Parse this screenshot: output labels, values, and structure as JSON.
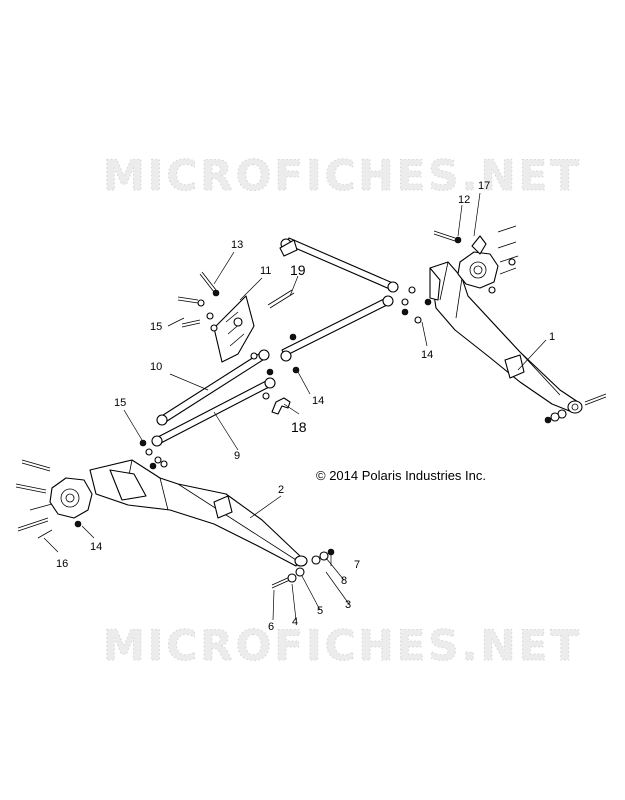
{
  "watermark": {
    "top": "MICROFICHES.NET",
    "bottom": "MICROFICHES.NET"
  },
  "copyright": "© 2014 Polaris Industries Inc.",
  "callouts": {
    "c1": "1",
    "c2": "2",
    "c3": "3",
    "c4": "4",
    "c5": "5",
    "c6": "6",
    "c7": "7",
    "c8": "8",
    "c9": "9",
    "c10": "10",
    "c11": "11",
    "c12": "12",
    "c13": "13",
    "c14a": "14",
    "c14b": "14",
    "c14c": "14",
    "c15a": "15",
    "c15b": "15",
    "c16": "16",
    "c17": "17",
    "c18": "18",
    "c19": "19"
  }
}
